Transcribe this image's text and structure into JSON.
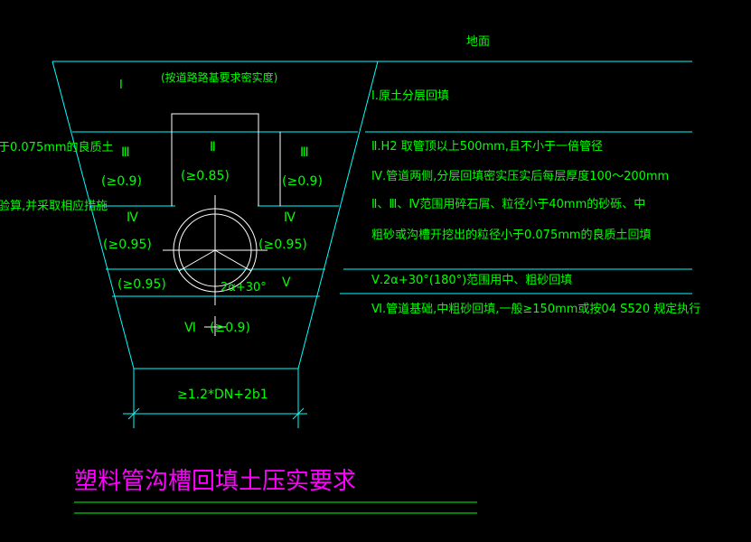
{
  "colors": {
    "background": "#000000",
    "trench_lines": "#00ffff",
    "pipe": "#ffffff",
    "annotation_text": "#00ff00",
    "title": "#ff00ff",
    "title_rule": "#00ff00"
  },
  "top": {
    "ground_label": "地面"
  },
  "zones": {
    "I": "Ⅰ",
    "I_note": "(按道路路基要求密实度)",
    "II": "Ⅱ",
    "II_val": "(≥0.85)",
    "III_left": "Ⅲ",
    "III_left_val": "(≥0.9)",
    "III_right": "Ⅲ",
    "III_right_val": "(≥0.9)",
    "IV_left": "Ⅳ",
    "IV_left_val": "(≥0.95)",
    "IV_right": "Ⅳ",
    "IV_right_val": "(≥0.95)",
    "V_val": "(≥0.95)",
    "V": "Ⅴ",
    "angle": "2α+30°",
    "VI": "Ⅵ",
    "VI_val": "(≥0.9)",
    "width_dim": "≥1.2*DN+2b1"
  },
  "left_cut": {
    "line1": "于0.075mm的良质土",
    "line2": "验算,并采取相应措施"
  },
  "notes": {
    "n1": "Ⅰ.原土分层回填",
    "n2": "Ⅱ.H2 取管顶以上500mm,且不小于一倍管径",
    "n3": "Ⅳ.管道两侧,分层回填密实压实后每层厚度100～200mm",
    "n4": "Ⅱ、Ⅲ、Ⅳ范围用碎石屑、粒径小于40mm的砂砾、中",
    "n5": "粗砂或沟槽开挖出的粒径小于0.075mm的良质土回填",
    "n6": "Ⅴ.2α+30°(180°)范围用中、粗砂回填",
    "n7": "Ⅵ.管道基础,中粗砂回填,一般≥150mm或按04 S520 规定执行"
  },
  "title": "塑料管沟槽回填土压实要求"
}
